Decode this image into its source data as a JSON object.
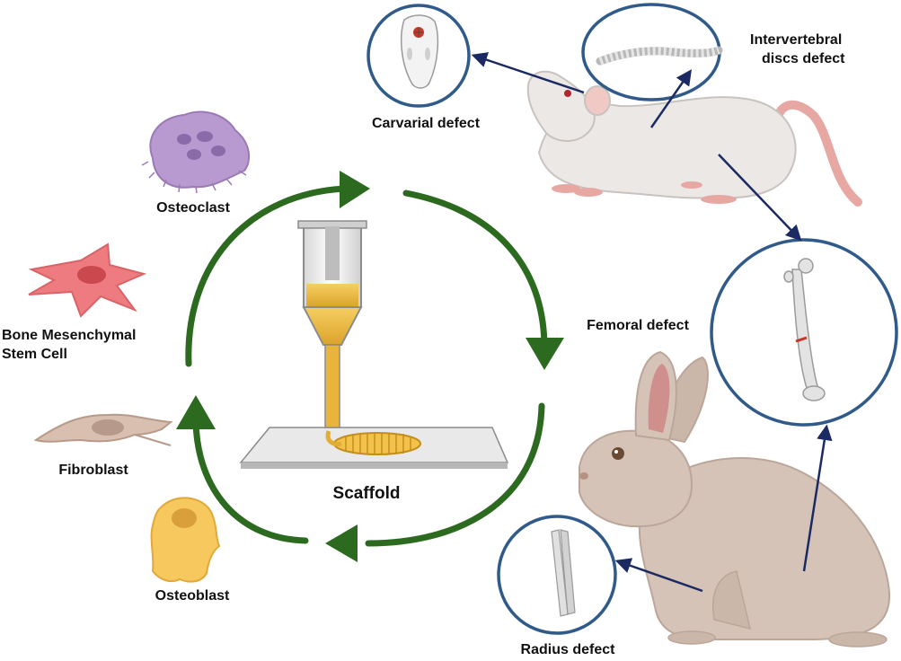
{
  "colors": {
    "cycle_arrow": "#2b6a1f",
    "defect_circle": "#2f5a8a",
    "pointer_arrow": "#1b2a63",
    "osteoclast": "#b99ad0",
    "bmsc": "#ee7b7f",
    "fibroblast": "#d9bfb0",
    "osteoblast": "#f7c85e",
    "scaffold_gold": "#e7b13a",
    "rat_body": "#ebe8e6",
    "rat_tail": "#e7a8a3",
    "rabbit_body": "#d6c3b8"
  },
  "center": {
    "scaffold_label": "Scaffold"
  },
  "cells": {
    "osteoclast": "Osteoclast",
    "bmsc_line1": "Bone  Mesenchymal",
    "bmsc_line2": "Stem  Cell",
    "fibroblast": "Fibroblast",
    "osteoblast": "Osteoblast"
  },
  "defects": {
    "carvarial": "Carvarial defect",
    "intervertebral_line1": "Intervertebral",
    "intervertebral_line2": "discs defect",
    "femoral": "Femoral defect",
    "radius": "Radius defect"
  }
}
